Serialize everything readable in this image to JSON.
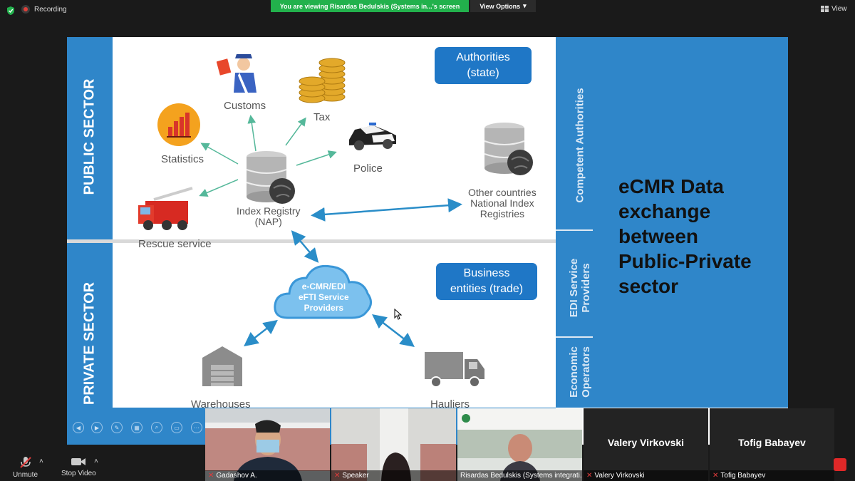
{
  "topbar": {
    "recording_label": "Recording",
    "share_banner": "You are viewing Risardas Bedulskis (Systems in...'s screen",
    "view_options_label": "View Options",
    "view_label": "View"
  },
  "slide": {
    "left_band": {
      "top": "PUBLIC SECTOR",
      "bottom": "PRIVATE SECTOR"
    },
    "right_band": {
      "competent": "Competent Authorities",
      "edi_line1": "EDI Service",
      "edi_line2": "Providers",
      "eco_line1": "Economic",
      "eco_line2": "Operators"
    },
    "title_lines": [
      "eCMR Data",
      "exchange",
      "between",
      "Public-Private",
      "sector"
    ],
    "authorities_box": [
      "Authorities",
      "(state)"
    ],
    "business_box": [
      "Business",
      "entities (trade)"
    ],
    "nodes": {
      "customs": "Customs",
      "tax": "Tax",
      "statistics": "Statistics",
      "police": "Police",
      "rescue": "Rescue service",
      "index_registry_1": "Index Registry",
      "index_registry_2": "(NAP)",
      "other_1": "Other countries",
      "other_2": "National Index",
      "other_3": "Registries",
      "cloud_1": "e-CMR/EDI",
      "cloud_2": "eFTI Service",
      "cloud_3": "Providers",
      "warehouses": "Warehouses",
      "hauliers": "Hauliers"
    }
  },
  "participants": [
    {
      "name": "Gadashov A.",
      "video": true
    },
    {
      "name": "Speaker",
      "video": true
    },
    {
      "name": "Risardas Bedulskis (Systems integrati...",
      "video": true,
      "active": true
    },
    {
      "name": "Valery Virkovski",
      "video": false
    },
    {
      "name": "Tofig Babayev",
      "video": false
    }
  ],
  "controls": {
    "unmute": "Unmute",
    "stop_video": "Stop Video"
  },
  "colors": {
    "accent": "#2f86c9",
    "banner": "#22b14c",
    "box": "#1f77c6"
  }
}
